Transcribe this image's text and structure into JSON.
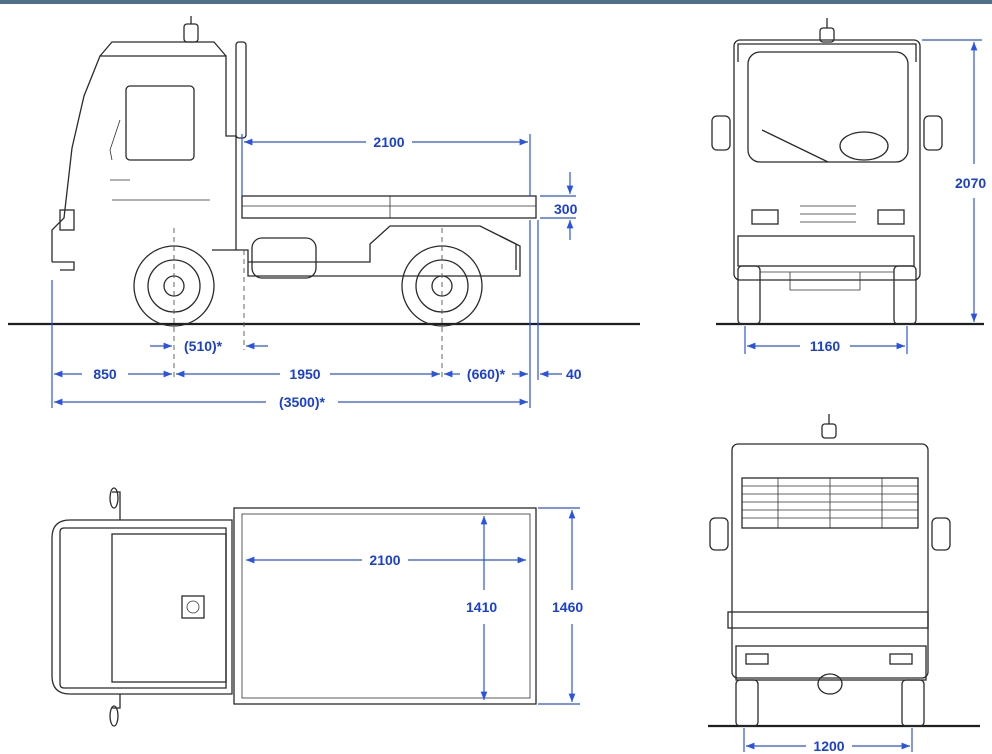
{
  "colors": {
    "dimension_text": "#1a3fd6",
    "dimension_line": "#2a52e6",
    "drawing_line": "#2b2b2b",
    "top_strip": "#4d6f8a"
  },
  "dimensions": {
    "side_view": {
      "bed_length": "2100",
      "bed_height": "300",
      "rear_offset": "(510)*",
      "front_overhang": "850",
      "wheelbase": "1950",
      "rear_overhang": "(660)*",
      "tail_gap": "40",
      "overall_length": "(3500)*"
    },
    "front_view": {
      "height": "2070",
      "track": "1160"
    },
    "top_view": {
      "bed_length": "2100",
      "bed_inner_width": "1410",
      "bed_outer_width": "1460"
    },
    "rear_view": {
      "track": "1200"
    }
  }
}
